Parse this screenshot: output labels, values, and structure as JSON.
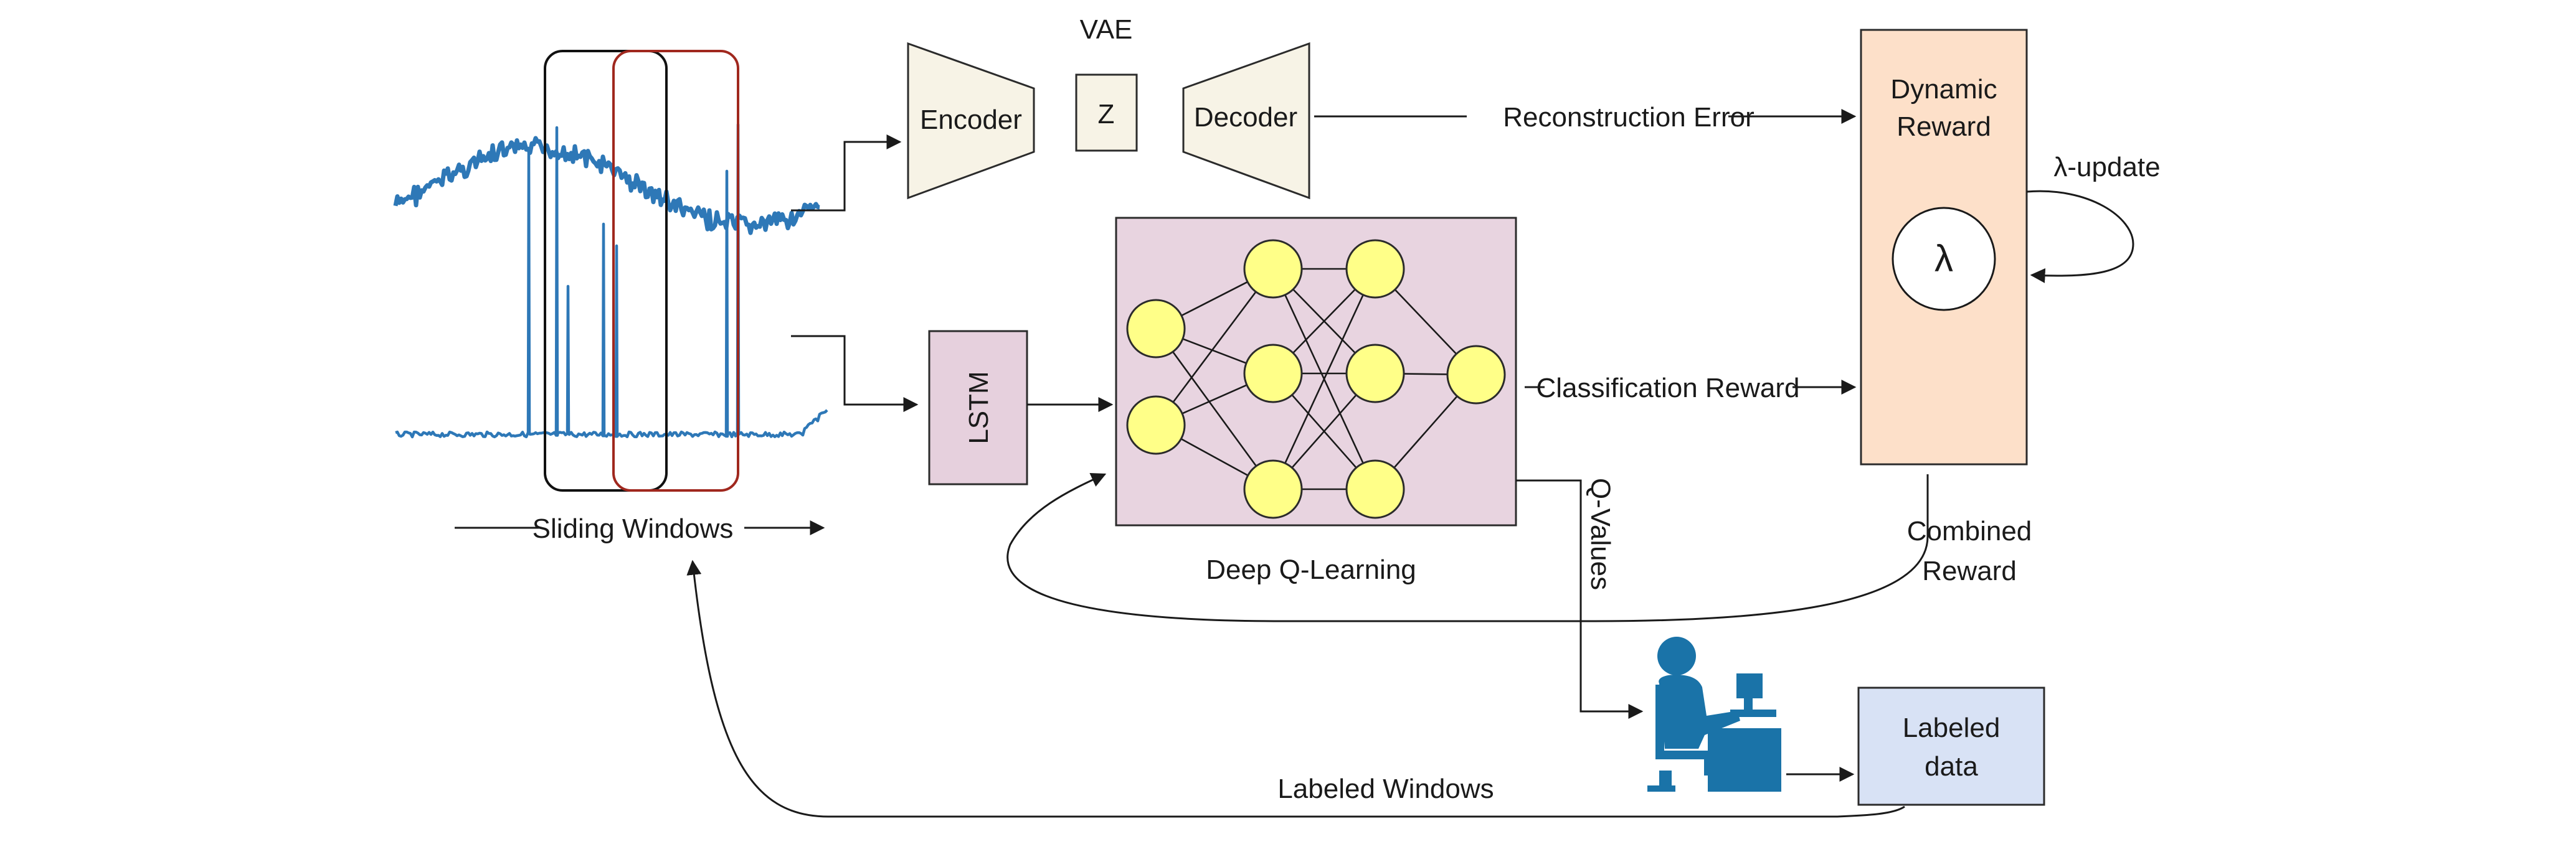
{
  "colors": {
    "trapezoid_fill": "#f7f3e6",
    "lstm_fill": "#e6d0dd",
    "dqn_fill": "#e8d4e0",
    "reward_fill": "#fde0c9",
    "labeled_data_fill": "#d8e2f5",
    "node_fill": "#ffff88",
    "signal_color": "#2e78b7",
    "window_black": "#111111",
    "window_red": "#a0281e",
    "person_icon": "#1a73a8"
  },
  "vae": {
    "title": "VAE",
    "encoder_label": "Encoder",
    "latent_label": "Z",
    "decoder_label": "Decoder"
  },
  "lstm": {
    "label": "LSTM"
  },
  "dqn": {
    "caption": "Deep Q-Learning"
  },
  "reward": {
    "title_line1": "Dynamic",
    "title_line2": "Reward",
    "lambda_symbol": "λ",
    "lambda_update_label": "λ-update"
  },
  "edges": {
    "reconstruction_error": "Reconstruction Error",
    "classification_reward": "Classification Reward",
    "q_values": "Q-Values",
    "combined_reward_line1": "Combined",
    "combined_reward_line2": "Reward",
    "labeled_windows": "Labeled Windows",
    "sliding_windows": "Sliding Windows"
  },
  "labeled_data": {
    "line1": "Labeled",
    "line2": "data"
  },
  "icons": {
    "annotator": "person-at-computer-icon"
  }
}
